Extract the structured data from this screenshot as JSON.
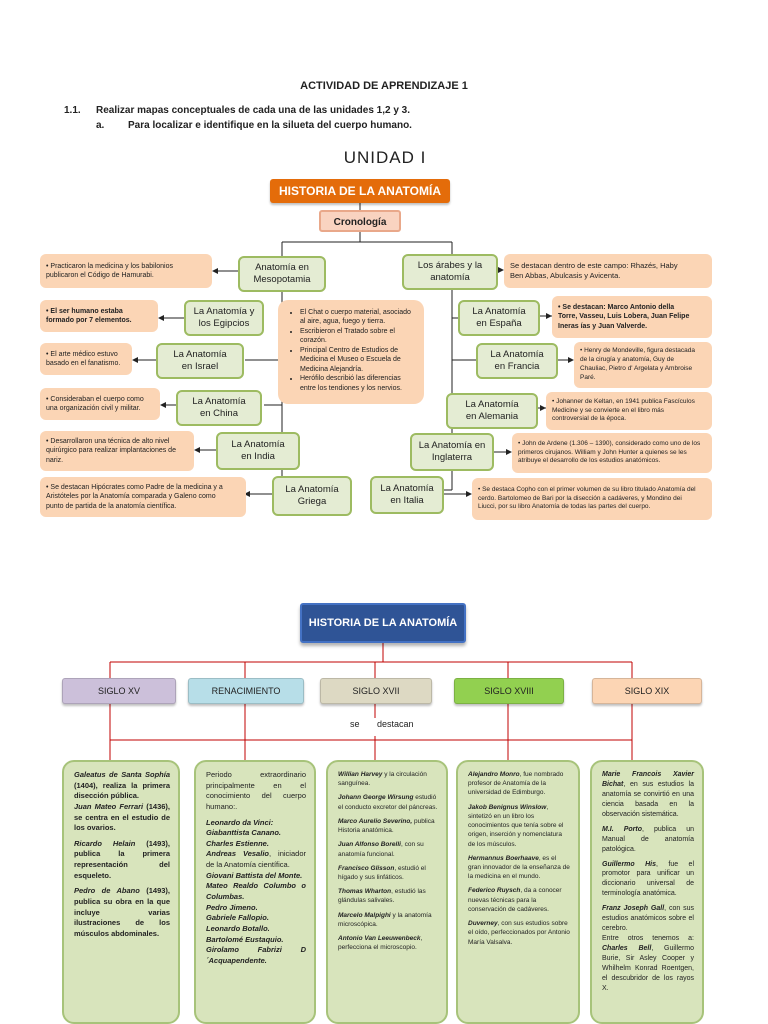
{
  "page": {
    "title": "ACTIVIDAD DE APRENDIZAJE 1",
    "line1_num": "1.1.",
    "line1_text": "Realizar mapas conceptuales de cada una de las unidades 1,2 y 3.",
    "line2_num": "a.",
    "line2_text": "Para localizar e identifique en la silueta del cuerpo humano."
  },
  "map1": {
    "unit_title": "UNIDAD I",
    "header": "HISTORIA DE LA ANATOMÍA",
    "chronology": "Cronología",
    "meso": [
      "Anatomía en",
      "Mesopotamia"
    ],
    "arabs": [
      "Los árabes y la",
      "anatomía"
    ],
    "meso_note": [
      "• Practicaron la medicina y los babilonios",
      "publicaron el Código de Hamurabi."
    ],
    "arabs_note": [
      "Se destacan dentro de este campo: Rhazés, Haby",
      "Ben Abbas, Abulcasis y Avicenta."
    ],
    "egipcios": [
      "La Anatomía y",
      "los Egipcios"
    ],
    "egipcios_note": [
      "•   El ser humano estaba",
      "formado por 7 elementos."
    ],
    "israel": [
      "La Anatomía",
      "en Israel"
    ],
    "israel_note": [
      "•  El arte médico estuvo",
      "basado en el fanatismo."
    ],
    "china": [
      "La Anatomía",
      "en China"
    ],
    "china_note": [
      "• Consideraban el cuerpo como",
      "una organización civil y militar."
    ],
    "india": [
      "La Anatomía",
      "en India"
    ],
    "india_note": [
      "• Desarrollaron una técnica de alto nivel",
      "quirúrgico para realizar implantaciones de",
      "nariz."
    ],
    "griega": [
      "La Anatomía",
      "Griega"
    ],
    "griega_note": [
      "•  Se destacan Hipócrates como Padre de la medicina y a",
      "Aristóteles por la Anatomía comparada y Galeno como",
      "punto de partida de la anatomía científica."
    ],
    "center_items": [
      "El Chat o cuerpo material, asociado al aire, agua, fuego y tierra.",
      "Escribieron el Tratado sobre el corazón.",
      "Principal Centro de Estudios de Medicina el Museo o Escuela de Medicina Alejandría.",
      "Herófilo describió las diferencias entre los tendiones y los nervios."
    ],
    "espana": [
      "La Anatomía",
      "en España"
    ],
    "espana_note": [
      "• Se destacan: Marco Antonio della",
      "Torre, Vasseu, Luis Lobera, Juan Felipe",
      "Ineras ías y Juan Valverde."
    ],
    "francia": [
      "La Anatomía",
      "en Francia"
    ],
    "francia_note": [
      "• Henry de Mondeville, figura destacada",
      "de la cirugía y anatomía, Guy de",
      "Chauliac, Pietro d' Argelata y Ambroise",
      "Paré."
    ],
    "alemania": [
      "La Anatomía",
      "en Alemania"
    ],
    "alemania_note": [
      "• Johanner de Keltan, en 1941 publica Fascículos",
      "Medicine y se convierte en el libro más",
      "controversial de la época."
    ],
    "inglaterra": [
      "La Anatomía en",
      "Inglaterra"
    ],
    "inglaterra_note": [
      "• John de Ardene (1.306 – 1390), considerado como uno de los",
      "primeros cirujanos.  William y John Hunter a quienes se les",
      "atribuye el desarrollo de los estudios anatómicos."
    ],
    "italia": [
      "La Anatomía",
      "en Italia"
    ],
    "italia_note": [
      "• Se destaca Copho con el primer volumen de su libro titulado Anatomía del",
      "cerdo.  Bartolomeo de Bari por la disección a cadáveres, y Mondino dei",
      "Liucci, por su libro Anatomía de todas las partes del cuerpo."
    ]
  },
  "map2": {
    "header": "HISTORIA DE LA ANATOMÍA",
    "centuries": [
      "SIGLO  XV",
      "RENACIMIENTO",
      "SIGLO  XVII",
      "SIGLO XVIII",
      "SIGLO XIX"
    ],
    "century_colors": [
      "#ccc0da",
      "#b7dee8",
      "#ddd9c3",
      "#92d050",
      "#fcd5b4"
    ],
    "connector": "se       destacan",
    "xv": {
      "p1a": "Galeatus de Santa Sophía",
      "p1b": " (1404), realiza la primera disección pública.",
      "p1c": "Juan Mateo Ferrari",
      "p1d": " (1436), se centra en el estudio de los ovarios.",
      "p2a": "Ricardo Helain",
      "p2b": " (1493), publica la primera representación del esqueleto.",
      "p3a": "Pedro de Abano",
      "p3b": " (1493), publica su obra en la que incluye varias ilustraciones de los músculos abdominales."
    },
    "ren": {
      "intro": "Periodo extraordinario principalmente en el conocimiento del cuerpo humano:.",
      "n1": "Leonardo da Vinci:",
      "n2": "Giabanttista Canano.",
      "n3": "Charles Estienne.",
      "n4": "Andreas Vesalio",
      "n4b": ", iniciador de la Anatomía científica.",
      "n5": "Giovani Battista del Monte.",
      "n6": "Mateo Realdo Columbo o Columbas.",
      "n7": "Pedro Jimeno.",
      "n8": "Gabriele Fallopio.",
      "n9": "Leonardo Botallo.",
      "n10": "Bartolomé Eustaquio.",
      "n11": "Girolamo Fabrizi D´Acquapendente."
    },
    "xvii": [
      {
        "name": "Willian Harvey",
        "desc": " y la circulación sanguínea."
      },
      {
        "name": "Johann George Wirsung",
        "desc": " estudió el conducto excretor del páncreas."
      },
      {
        "name": "Marco Aurelio Severino,",
        "desc": " publica Historia anatómica."
      },
      {
        "name": "Juan Alfonso Borelli",
        "desc": ", con su anatomía funcional."
      },
      {
        "name": "Francisco Glisson",
        "desc": ", estudió el hígado y sus linfáticos."
      },
      {
        "name": "Thomas Wharton",
        "desc": ", estudió las glándulas salivales."
      },
      {
        "name": "Marcelo Malpighi",
        "desc": " y la anatomía microscópica."
      },
      {
        "name": "Antonio Van Leeuwenbeck",
        "desc": ", perfecciona el microscopio."
      }
    ],
    "xviii": [
      {
        "name": "Alejandro Monro",
        "desc": ", fue nombrado profesor de Anatomía de la universidad de Edimburgo."
      },
      {
        "name": "Jakob Benignus Winslow",
        "desc": ", sintetizó en un libro los conocimientos que tenía sobre el origen, inserción y nomenclatura de los músculos."
      },
      {
        "name": "Hermannus Boerhaave",
        "desc": ", es el gran innovador de la enseñanza de la medicina en el mundo."
      },
      {
        "name": "Federico Ruysch",
        "desc": ", da a conocer nuevas técnicas para la conservación de cadáveres."
      },
      {
        "name": "Duverney",
        "desc": ", con sus estudios sobre el oído, perfeccionados por Antonio María Valsalva."
      }
    ],
    "xix": [
      {
        "name": "Marie Francois Xavier Bichat",
        "desc": ", en sus estudios la anatomía se convirtió en una ciencia basada en la observación sistemática."
      },
      {
        "name": "M.I. Porto",
        "desc": ", publica un Manual de anatomía patológica."
      },
      {
        "name": "Guillermo His",
        "desc": ", fue el promotor para unificar un diccionario universal de terminología anatómica."
      },
      {
        "name": "Franz Joseph Gall",
        "desc": ", con sus estudios anatómicos sobre el cerebro."
      }
    ],
    "xix_tail_a": "Entre otros tenemos a: ",
    "xix_tail_b": "Charles Bell",
    "xix_tail_c": ", Guillermo Burie, Sir Asley Cooper y Whilhelm Konrad Roentgen, el descubridor de los rayos X."
  }
}
